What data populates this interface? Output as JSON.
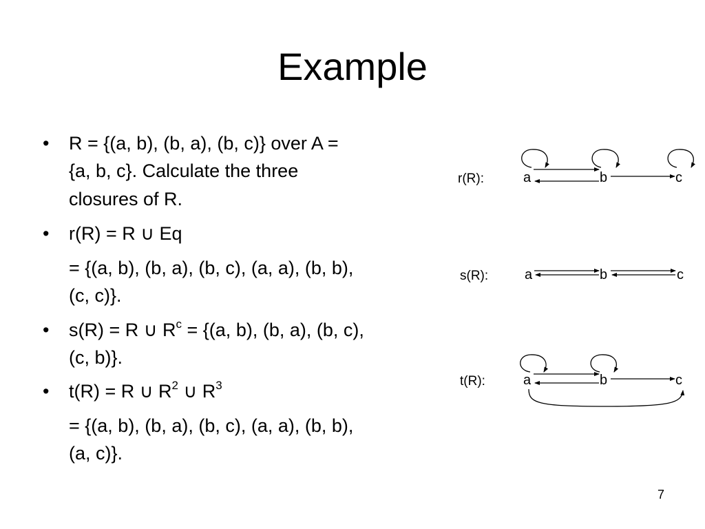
{
  "slide": {
    "title": "Example",
    "page_number": "7"
  },
  "content": {
    "b1_l1": "R = {(a, b), (b, a), (b, c)} over A =",
    "b1_l2": "{a, b, c}. Calculate the three",
    "b1_l3": "closures of R.",
    "b2_l1": "r(R) = R ∪ Eq",
    "b2_l2": "= {(a, b), (b, a), (b, c), (a, a), (b, b),",
    "b2_l3": "(c, c)}.",
    "b3_pre": "s(R) = R ∪ R",
    "b3_sup": "c",
    "b3_post": " = {(a, b), (b, a), (b, c),",
    "b3_l2": "(c, b)}.",
    "b4_pre": "t(R) = R ∪ R",
    "b4_sup1": "2",
    "b4_mid": " ∪ R",
    "b4_sup2": "3",
    "b4_l2": "= {(a, b), (b, a), (b, c), (a, a), (b, b),",
    "b4_l3": "(a, c)}."
  },
  "diagrams": {
    "r_label": "r(R):",
    "s_label": "s(R):",
    "t_label": "t(R):",
    "node_a": "a",
    "node_b": "b",
    "node_c": "c"
  }
}
